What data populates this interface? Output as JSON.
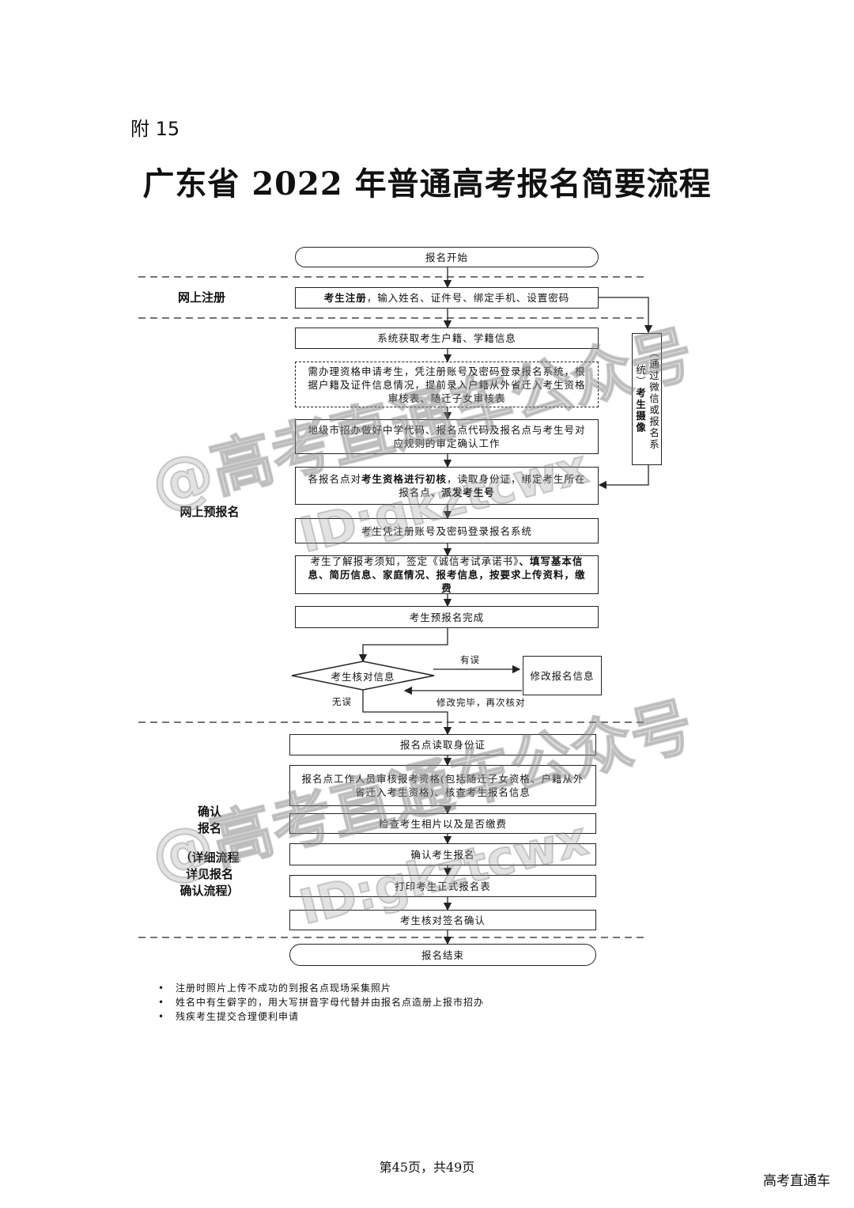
{
  "attachment": "附 15",
  "title": "广东省 2022 年普通高考报名简要流程",
  "stages": {
    "online_register": "网上注册",
    "online_prereg": "网上预报名",
    "confirm_line1": "确认",
    "confirm_line2": "报名",
    "confirm_detail_1": "（详细流程",
    "confirm_detail_2": "详见报名",
    "confirm_detail_3": "确认流程）"
  },
  "nodes": {
    "start": "报名开始",
    "register_bold": "考生注册",
    "register_rest": "，输入姓名、证件号、绑定手机、设置密码",
    "side_note": "（通过微信或报名系统）",
    "side_bold": "考生摄像",
    "fetch_info": "系统获取考生户籍、学籍信息",
    "qualification": "需办理资格申请考生，凭注册账号及密码登录报名系统，根据户籍及证件信息情况，提前录入户籍从外省迁入考生资格审核表、随迁子女审核表",
    "city_office": "地级市招办做好中学代码、报名点代码及报名点与考生号对应规则的审定确认工作",
    "initial_a": "各报名点对",
    "initial_b": "考生资格进行初核",
    "initial_c": "，读取身份证，绑定考生所在报名点、",
    "initial_d": "派发考生号",
    "login": "考生凭注册账号及密码登录报名系统",
    "fill_a": "考生了解报考须知，签定《诚信考试承诺书》",
    "fill_b": "、填写基本信息、简历信息、家庭情况、报考信息，按要求上传资料，缴费",
    "prereg_done": "考生预报名完成",
    "check": "考生核对信息",
    "edit": "修改报名信息",
    "has_error": "有误",
    "edit_done": "修改完毕，再次核对",
    "no_error": "无误",
    "read_id": "报名点读取身份证",
    "staff_review": "报名点工作人员审核报考资格(包括随迁子女资格、户籍从外省迁入考生资格)、核查考生报名信息",
    "photo_fee": "检查考生相片以及是否缴费",
    "confirm": "确认考生报名",
    "print": "打印考生正式报名表",
    "sign": "考生核对签名确认",
    "end": "报名结束"
  },
  "notes": [
    "注册时照片上传不成功的到报名点现场采集照片",
    "姓名中有生僻字的，用大写拼音字母代替并由报名点造册上报市招办",
    "残疾考生提交合理便利申请"
  ],
  "watermarks": [
    "@高考直通车公众号",
    "ID:gkztcwx",
    "@高考直通车公众号",
    "ID:gkztcwx"
  ],
  "footer": "第45页，共49页",
  "brand": "高考直通车"
}
